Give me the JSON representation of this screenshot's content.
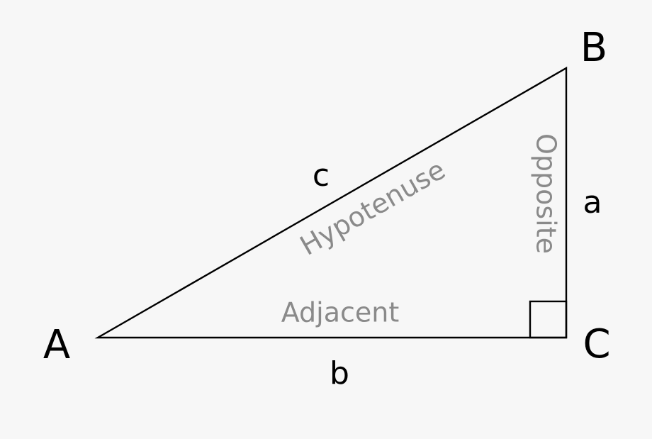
{
  "vertices": {
    "a": "A",
    "b": "B",
    "c": "C"
  },
  "sides": {
    "a": "a",
    "b": "b",
    "c": "c"
  },
  "roles": {
    "hypotenuse": "Hypotenuse",
    "opposite": "Opposite",
    "adjacent": "Adjacent"
  },
  "colors": {
    "background": "#f7f7f7",
    "line": "#000000",
    "role_text": "#8a8a8a"
  }
}
